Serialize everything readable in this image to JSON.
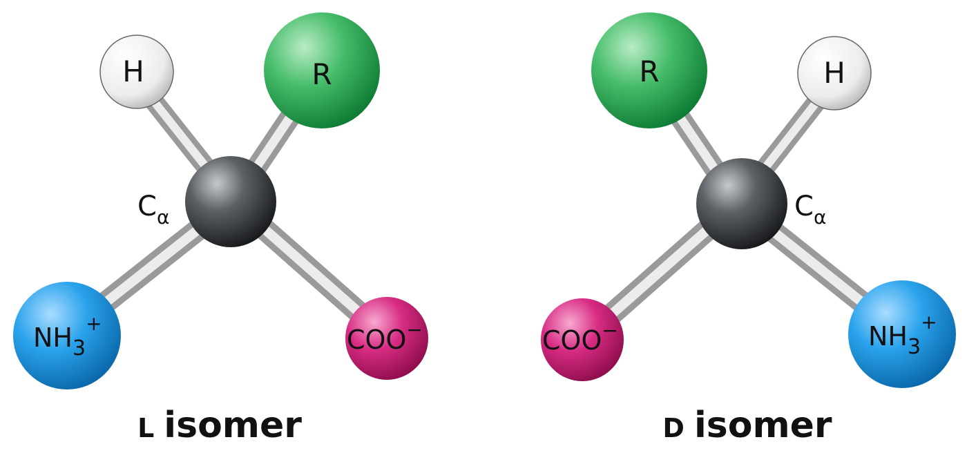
{
  "colors": {
    "hydrogen": "#f2f2f2",
    "r_group": "#1e9a4a",
    "alpha_carbon": "#3a3d40",
    "amino": "#1a8fd6",
    "carboxylate": "#c8176e",
    "bond": "#c8c8c8"
  },
  "l_isomer": {
    "hydrogen": "H",
    "r_group": "R",
    "alpha_carbon": {
      "main": "C",
      "sub": "α"
    },
    "amino": {
      "main": "NH",
      "sub": "3",
      "sup": "+"
    },
    "carboxylate": {
      "main": "COO",
      "sup": "−"
    },
    "caption": {
      "small_caps": "L",
      "text": "isomer"
    }
  },
  "d_isomer": {
    "hydrogen": "H",
    "r_group": "R",
    "alpha_carbon": {
      "main": "C",
      "sub": "α"
    },
    "amino": {
      "main": "NH",
      "sub": "3",
      "sup": "+"
    },
    "carboxylate": {
      "main": "COO",
      "sup": "−"
    },
    "caption": {
      "small_caps": "D",
      "text": "isomer"
    }
  }
}
